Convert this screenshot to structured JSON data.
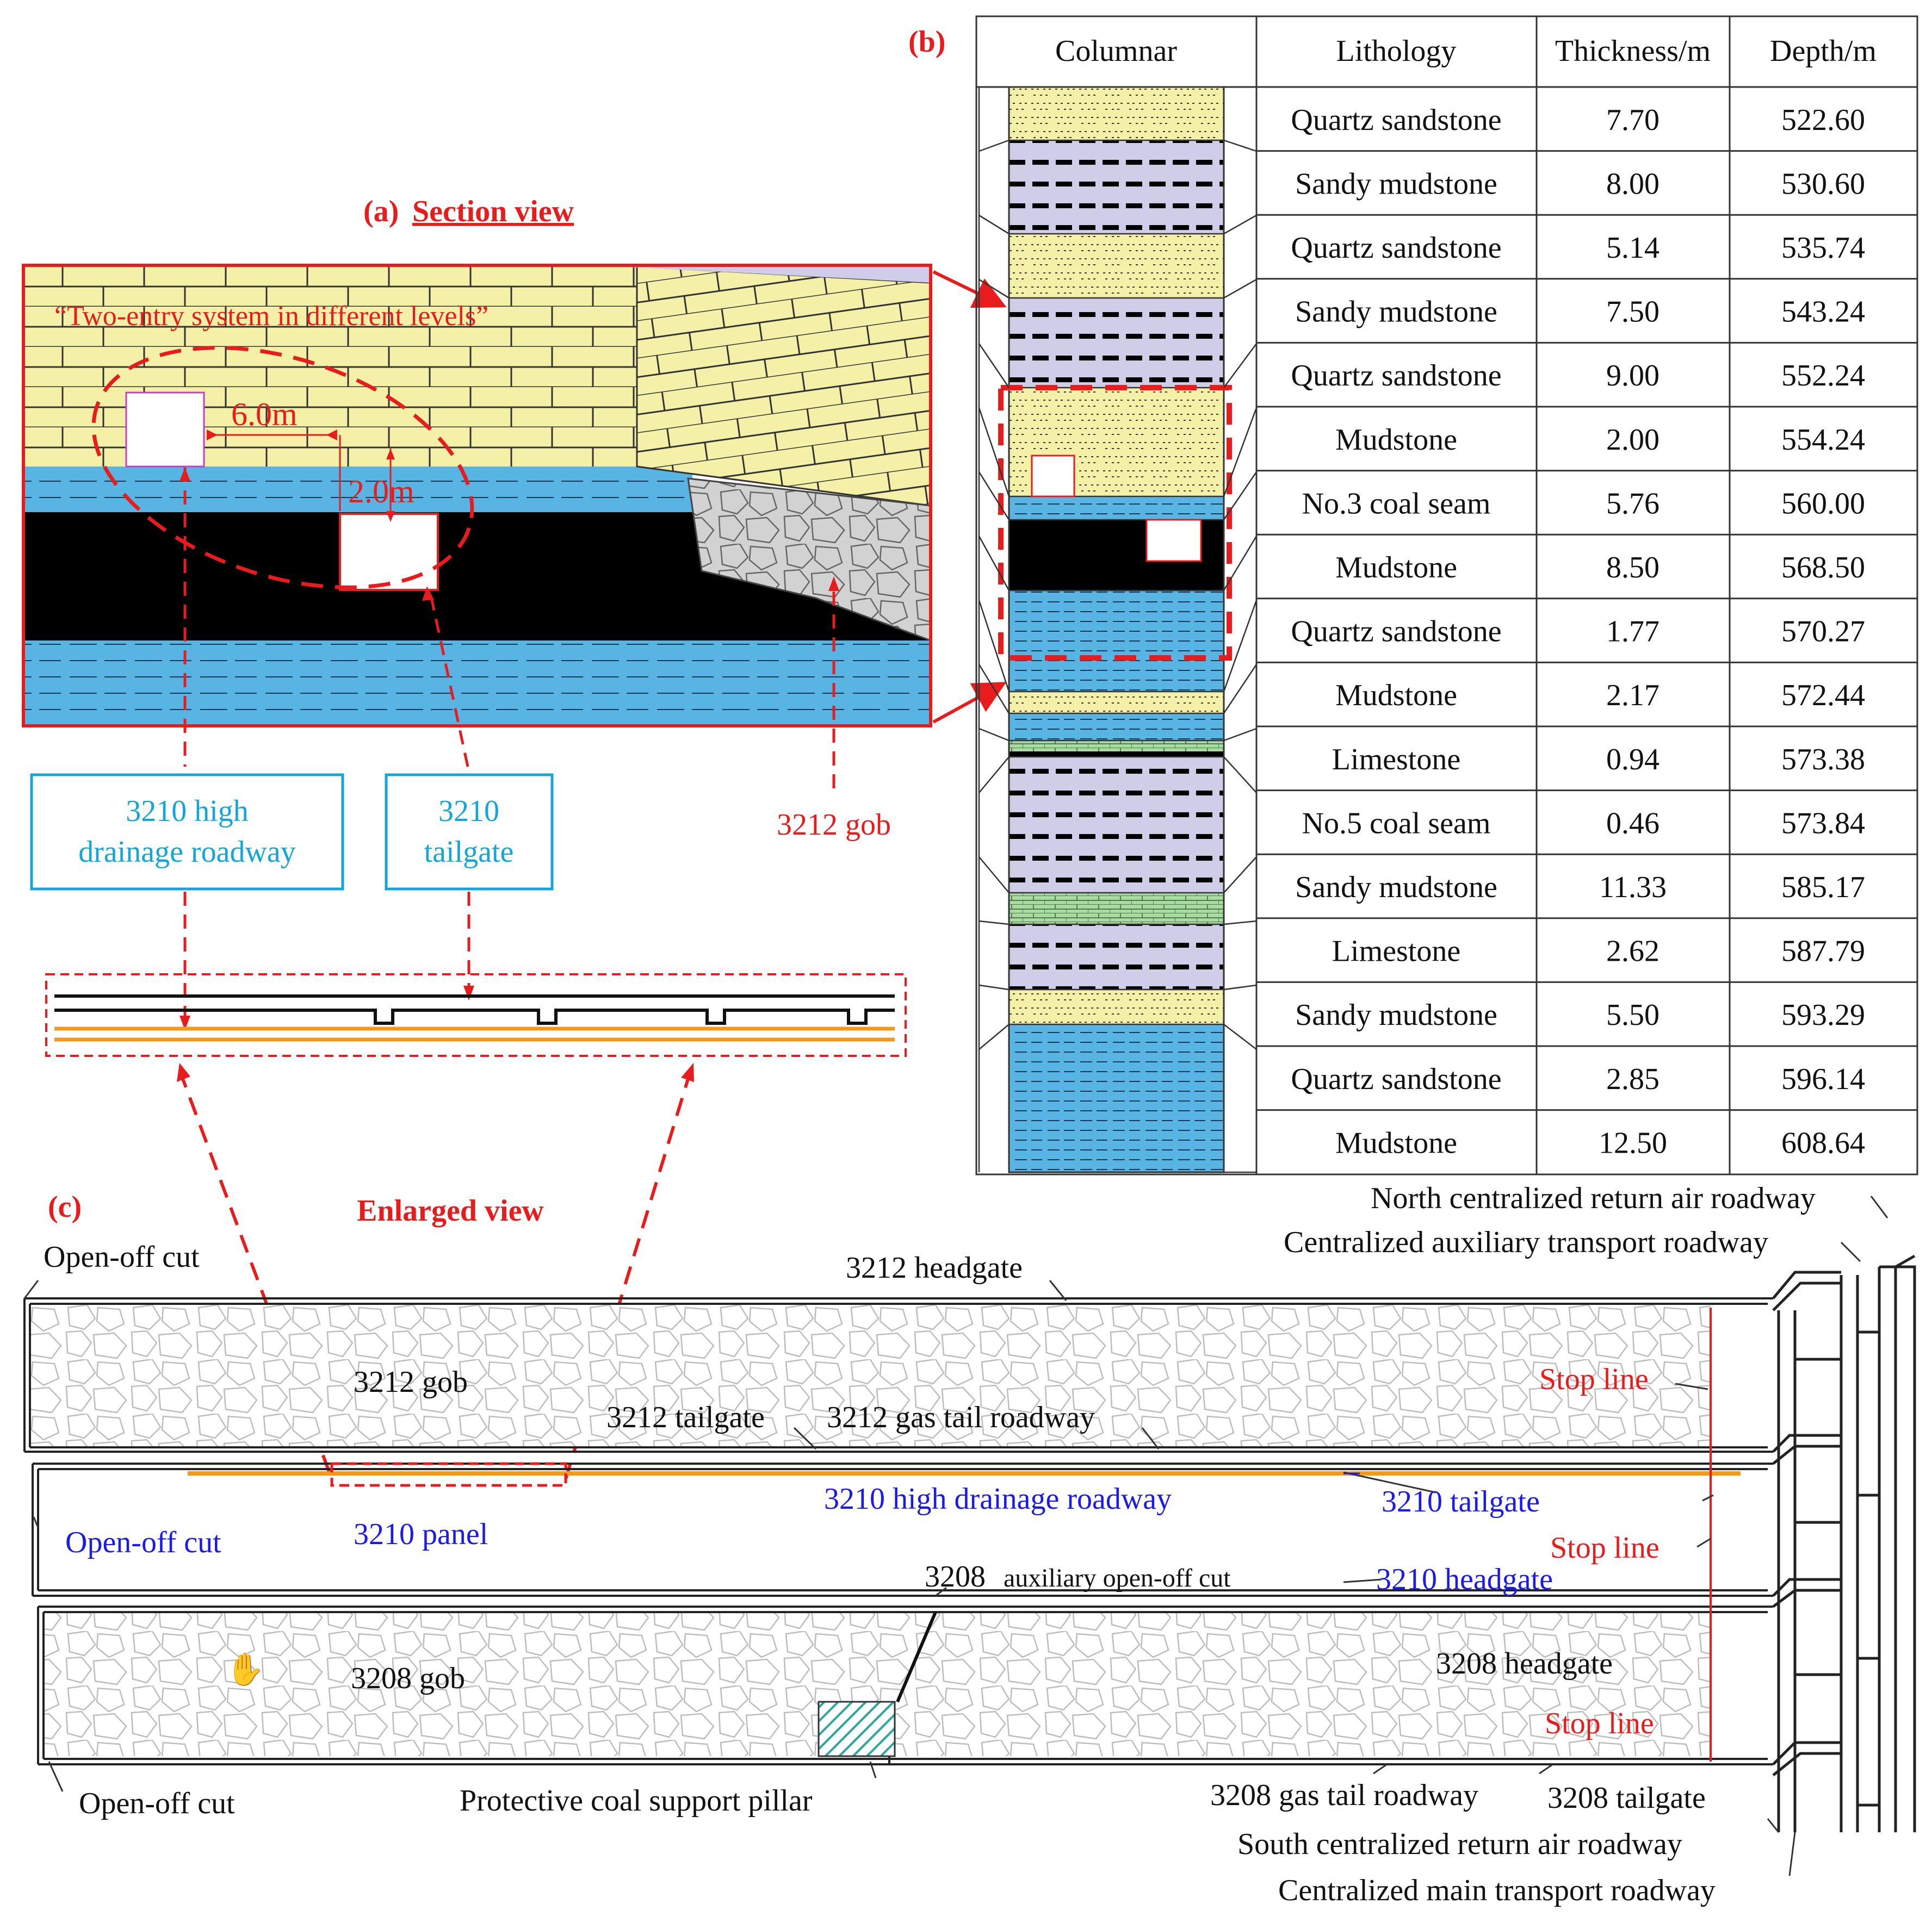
{
  "panel_a": {
    "tag": "(a)",
    "title": "Section view",
    "system_label": "“Two-entry system in different levels”",
    "dim_horizontal": "6.0m",
    "dim_vertical": "2.0m",
    "callouts": {
      "high_drainage": [
        "3210 high",
        "drainage roadway"
      ],
      "tailgate": [
        "3210",
        "tailgate"
      ],
      "gob": "3212 gob"
    }
  },
  "enlarged_view": "Enlarged view",
  "panel_b": {
    "tag": "(b)",
    "headers": [
      "Columnar",
      "Lithology",
      "Thickness/m",
      "Depth/m"
    ],
    "rows": [
      {
        "lithology": "Quartz sandstone",
        "thickness": "7.70",
        "depth": "522.60"
      },
      {
        "lithology": "Sandy mudstone",
        "thickness": "8.00",
        "depth": "530.60"
      },
      {
        "lithology": "Quartz sandstone",
        "thickness": "5.14",
        "depth": "535.74"
      },
      {
        "lithology": "Sandy mudstone",
        "thickness": "7.50",
        "depth": "543.24"
      },
      {
        "lithology": "Quartz sandstone",
        "thickness": "9.00",
        "depth": "552.24"
      },
      {
        "lithology": "Mudstone",
        "thickness": "2.00",
        "depth": "554.24"
      },
      {
        "lithology": "No.3 coal seam",
        "thickness": "5.76",
        "depth": "560.00"
      },
      {
        "lithology": "Mudstone",
        "thickness": "8.50",
        "depth": "568.50"
      },
      {
        "lithology": "Quartz sandstone",
        "thickness": "1.77",
        "depth": "570.27"
      },
      {
        "lithology": "Mudstone",
        "thickness": "2.17",
        "depth": "572.44"
      },
      {
        "lithology": "Limestone",
        "thickness": "0.94",
        "depth": "573.38"
      },
      {
        "lithology": "No.5 coal seam",
        "thickness": "0.46",
        "depth": "573.84"
      },
      {
        "lithology": "Sandy mudstone",
        "thickness": "11.33",
        "depth": "585.17"
      },
      {
        "lithology": "Limestone",
        "thickness": "2.62",
        "depth": "587.79"
      },
      {
        "lithology": "Sandy mudstone",
        "thickness": "5.50",
        "depth": "593.29"
      },
      {
        "lithology": "Quartz sandstone",
        "thickness": "2.85",
        "depth": "596.14"
      },
      {
        "lithology": "Mudstone",
        "thickness": "12.50",
        "depth": "608.64"
      }
    ]
  },
  "panel_c": {
    "tag": "(c)",
    "labels": {
      "north_return": "North centralized return air roadway",
      "aux_transport": "Centralized auxiliary transport roadway",
      "open_off_cut_top": "Open-off cut",
      "headgate_3212": "3212 headgate",
      "gob_3212": "3212 gob",
      "stop_line_1": "Stop line",
      "tailgate_3212": "3212 tailgate",
      "gas_tail_3212": "3212 gas tail roadway",
      "open_off_cut_mid": "Open-off cut",
      "panel_3210": "3210 panel",
      "high_drainage_3210": "3210 high drainage roadway",
      "tailgate_3210": "3210 tailgate",
      "stop_line_2": "Stop line",
      "aux_open_off_num": "3208",
      "aux_open_off_text": "auxiliary open-off cut",
      "headgate_3210": "3210 headgate",
      "gob_3208": "3208 gob",
      "headgate_3208": "3208 headgate",
      "stop_line_3": "Stop line",
      "open_off_cut_bottom": "Open-off cut",
      "pillar": "Protective coal support pillar",
      "gas_tail_3208": "3208 gas tail roadway",
      "tailgate_3208": "3208 tailgate",
      "south_return": "South centralized return air roadway",
      "main_transport": "Centralized main transport roadway"
    }
  },
  "colors": {
    "sandstone": "#f5f0a8",
    "mudstone": "#58b4e3",
    "sandy_mudstone": "#d0cde8",
    "limestone": "#a8dba0",
    "coal": "#000000",
    "gob": "#d2d2d2",
    "accent_red": "#e81c1c",
    "accent_cyan": "#12a7d8",
    "drainage_orange": "#f39a1c"
  }
}
